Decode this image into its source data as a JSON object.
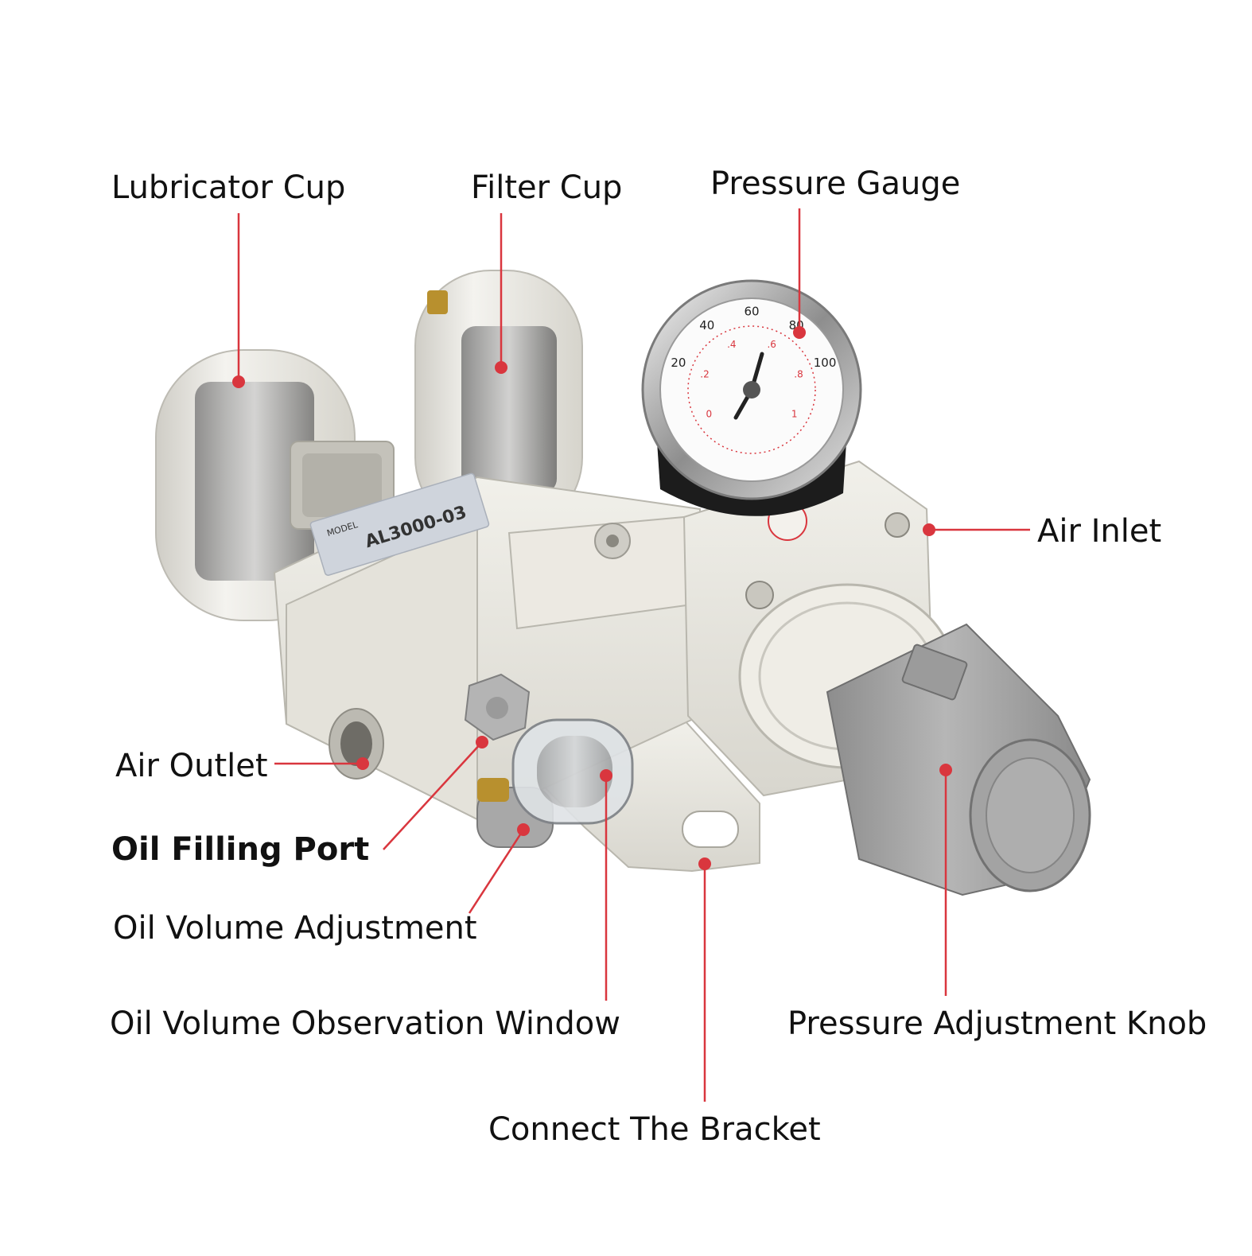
{
  "colors": {
    "leader_line": "#d9363e",
    "body_white": "#e8e6e0",
    "knob_gray": "#9c9c9c",
    "brass": "#b8902e"
  },
  "product": {
    "model_tag": "MODEL",
    "model_number": "AL3000-03"
  },
  "gauge": {
    "ticks": [
      "20",
      "40",
      "60",
      "80",
      "100",
      "0",
      ".2",
      ".4",
      ".6",
      ".8",
      "1"
    ]
  },
  "labels": [
    {
      "id": "lubricator-cup",
      "text": "Lubricator Cup"
    },
    {
      "id": "filter-cup",
      "text": "Filter Cup"
    },
    {
      "id": "pressure-gauge",
      "text": "Pressure Gauge"
    },
    {
      "id": "air-inlet",
      "text": "Air Inlet"
    },
    {
      "id": "air-outlet",
      "text": "Air Outlet"
    },
    {
      "id": "oil-filling-port",
      "text": "Oil Filling Port"
    },
    {
      "id": "oil-volume-adjustment",
      "text": "Oil Volume Adjustment"
    },
    {
      "id": "oil-volume-observation-window",
      "text": "Oil Volume Observation Window"
    },
    {
      "id": "pressure-adjustment-knob",
      "text": "Pressure Adjustment Knob"
    },
    {
      "id": "connect-the-bracket",
      "text": "Connect The Bracket"
    }
  ]
}
